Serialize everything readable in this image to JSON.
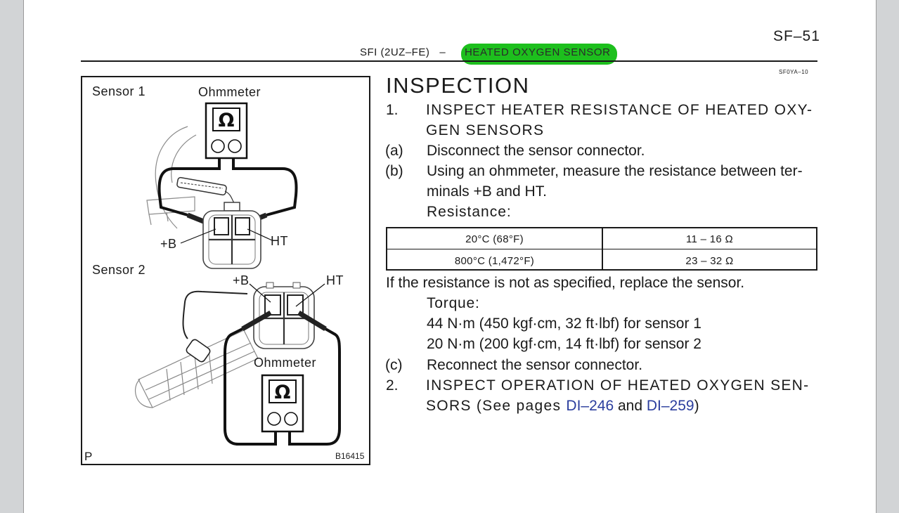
{
  "header": {
    "page_number": "SF–51",
    "section": "SFI (2UZ–FE)   –",
    "topic": "HEATED OXYGEN SENSOR",
    "doc_code": "SF0YA–10"
  },
  "figure": {
    "sensor1_label": "Sensor 1",
    "sensor2_label": "Sensor 2",
    "ohmmeter1_label": "Ohmmeter",
    "ohmmeter2_label": "Ohmmeter",
    "ohm_symbol": "Ω",
    "plus_b_1": "+B",
    "ht_1": "HT",
    "plus_b_2": "+B",
    "ht_2": "HT",
    "corner_letter": "P",
    "figure_code": "B16415"
  },
  "content": {
    "title": "INSPECTION",
    "step1_num": "1.",
    "step1_line1": "INSPECT HEATER RESISTANCE OF HEATED OXY-",
    "step1_line2": "GEN SENSORS",
    "a_label": "(a)",
    "a_text": "Disconnect the sensor connector.",
    "b_label": "(b)",
    "b_line1": "Using an ohmmeter, measure the resistance between ter-",
    "b_line2": "minals +B and HT.",
    "resistance_label": "Resistance:",
    "table": {
      "rows": [
        {
          "temp": "20°C (68°F)",
          "value": "11 – 16 Ω"
        },
        {
          "temp": "800°C (1,472°F)",
          "value": "23 – 32 Ω"
        }
      ]
    },
    "if_text": "If the resistance is not as specified, replace the sensor.",
    "torque_label": "Torque:",
    "torque1": "44 N·m (450 kgf·cm, 32 ft·lbf) for sensor 1",
    "torque2": "20 N·m (200 kgf·cm, 14 ft·lbf) for sensor 2",
    "c_label": "(c)",
    "c_text": "Reconnect the sensor connector.",
    "step2_num": "2.",
    "step2_line1": "INSPECT OPERATION OF HEATED OXYGEN SEN-",
    "step2_prefix": "SORS (See pages ",
    "step2_link1": "DI–246",
    "step2_and": " and ",
    "step2_link2": "DI–259",
    "step2_suffix": ")"
  },
  "colors": {
    "highlight": "#1dbf1d",
    "link": "#2b3e9e",
    "paper": "#ffffff",
    "background": "#d2d4d6"
  }
}
